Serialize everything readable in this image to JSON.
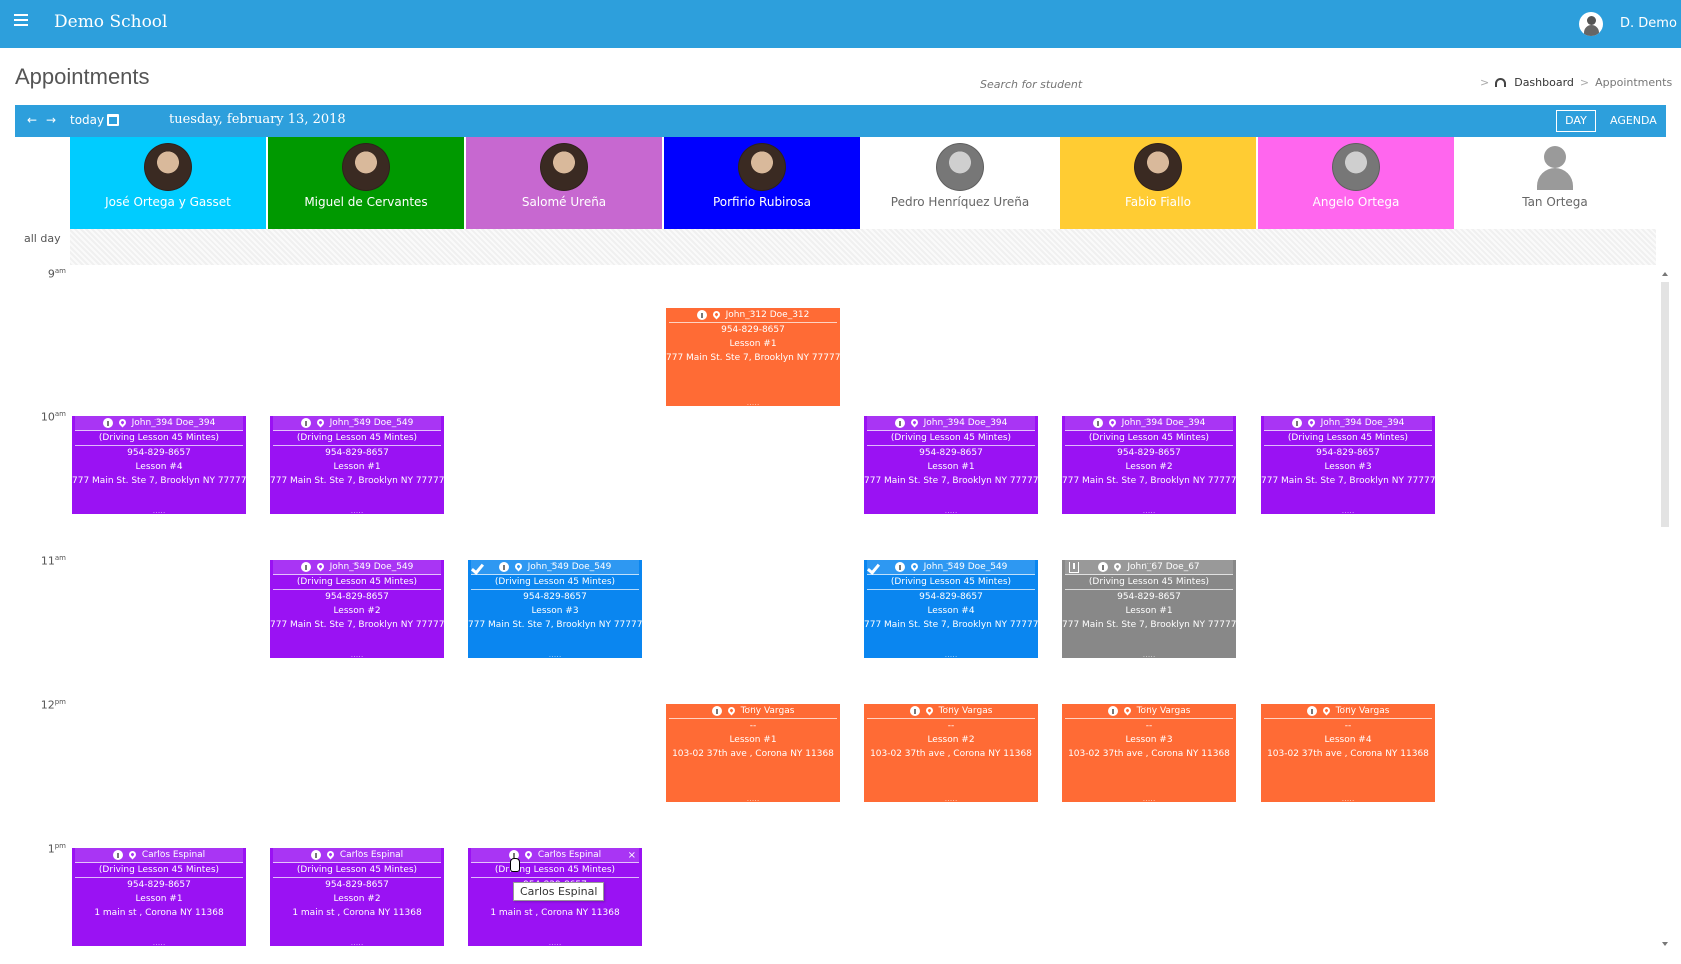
{
  "app": {
    "school_name": "Demo School",
    "user_name": "D. Demo"
  },
  "page": {
    "title": "Appointments",
    "search_placeholder": "Search for student"
  },
  "breadcrumb": {
    "dashboard": "Dashboard",
    "current": "Appointments",
    "separator": ">"
  },
  "toolbar": {
    "prev_label": "←",
    "next_label": "→",
    "today_label": "today",
    "date_title": "tuesday, february 13, 2018",
    "view_day": "DAY",
    "view_agenda": "AGENDA"
  },
  "resources": [
    {
      "name": "José Ortega y Gasset",
      "color": "#00ccff"
    },
    {
      "name": "Miguel de Cervantes",
      "color": "#009900"
    },
    {
      "name": "Salomé Ureña",
      "color": "#c768d0"
    },
    {
      "name": "Porfirio Rubirosa",
      "color": "#0000ff"
    },
    {
      "name": "Pedro Henríquez Ureña",
      "color": "#ffffff"
    },
    {
      "name": "Fabio Fiallo",
      "color": "#ffcc33"
    },
    {
      "name": "Angelo Ortega",
      "color": "#ff66ee"
    },
    {
      "name": "Tan Ortega",
      "color": "#ffffff"
    }
  ],
  "grid": {
    "all_day_label": "all day",
    "hours": [
      {
        "num": "9",
        "suffix": "am"
      },
      {
        "num": "10",
        "suffix": "am"
      },
      {
        "num": "11",
        "suffix": "am"
      },
      {
        "num": "12",
        "suffix": "pm"
      },
      {
        "num": "1",
        "suffix": "pm"
      }
    ]
  },
  "events": [
    {
      "color": "orange",
      "name": "John_312 Doe_312",
      "phone": "954-829-8657",
      "lesson": "Lesson #1",
      "address": "777 Main St. Ste 7, Brooklyn NY 77777"
    },
    {
      "color": "purple",
      "name": "John_394 Doe_394",
      "type": "(Driving Lesson 45 Mintes)",
      "phone": "954-829-8657",
      "lesson": "Lesson #4",
      "address": "777 Main St. Ste 7, Brooklyn NY 77777"
    },
    {
      "color": "purple",
      "name": "John_549 Doe_549",
      "type": "(Driving Lesson 45 Mintes)",
      "phone": "954-829-8657",
      "lesson": "Lesson #1",
      "address": "777 Main St. Ste 7, Brooklyn NY 77777"
    },
    {
      "color": "purple",
      "name": "John_394 Doe_394",
      "type": "(Driving Lesson 45 Mintes)",
      "phone": "954-829-8657",
      "lesson": "Lesson #1",
      "address": "777 Main St. Ste 7, Brooklyn NY 77777"
    },
    {
      "color": "purple",
      "name": "John_394 Doe_394",
      "type": "(Driving Lesson 45 Mintes)",
      "phone": "954-829-8657",
      "lesson": "Lesson #2",
      "address": "777 Main St. Ste 7, Brooklyn NY 77777"
    },
    {
      "color": "purple",
      "name": "John_394 Doe_394",
      "type": "(Driving Lesson 45 Mintes)",
      "phone": "954-829-8657",
      "lesson": "Lesson #3",
      "address": "777 Main St. Ste 7, Brooklyn NY 77777"
    },
    {
      "color": "purple",
      "name": "John_549 Doe_549",
      "type": "(Driving Lesson 45 Mintes)",
      "phone": "954-829-8657",
      "lesson": "Lesson #2",
      "address": "777 Main St. Ste 7, Brooklyn NY 77777"
    },
    {
      "color": "blue",
      "name": "John_549 Doe_549",
      "type": "(Driving Lesson 45 Mintes)",
      "phone": "954-829-8657",
      "lesson": "Lesson #3",
      "address": "777 Main St. Ste 7, Brooklyn NY 77777"
    },
    {
      "color": "blue",
      "name": "John_549 Doe_549",
      "type": "(Driving Lesson 45 Mintes)",
      "phone": "954-829-8657",
      "lesson": "Lesson #4",
      "address": "777 Main St. Ste 7, Brooklyn NY 77777"
    },
    {
      "color": "gray",
      "name": "John_67 Doe_67",
      "type": "(Driving Lesson 45 Mintes)",
      "phone": "954-829-8657",
      "lesson": "Lesson #1",
      "address": "777 Main St. Ste 7, Brooklyn NY 77777"
    },
    {
      "color": "orange",
      "name": "Tony Vargas",
      "phone": "--",
      "lesson": "Lesson #1",
      "address": "103-02 37th ave , Corona NY 11368"
    },
    {
      "color": "orange",
      "name": "Tony Vargas",
      "phone": "--",
      "lesson": "Lesson #2",
      "address": "103-02 37th ave , Corona NY 11368"
    },
    {
      "color": "orange",
      "name": "Tony Vargas",
      "phone": "--",
      "lesson": "Lesson #3",
      "address": "103-02 37th ave , Corona NY 11368"
    },
    {
      "color": "orange",
      "name": "Tony Vargas",
      "phone": "--",
      "lesson": "Lesson #4",
      "address": "103-02 37th ave , Corona NY 11368"
    },
    {
      "color": "purple",
      "name": "Carlos Espinal",
      "type": "(Driving Lesson 45 Mintes)",
      "phone": "954-829-8657",
      "lesson": "Lesson #1",
      "address": "1 main st , Corona NY 11368"
    },
    {
      "color": "purple",
      "name": "Carlos Espinal",
      "type": "(Driving Lesson 45 Mintes)",
      "phone": "954-829-8657",
      "lesson": "Lesson #2",
      "address": "1 main st , Corona NY 11368"
    },
    {
      "color": "purple",
      "name": "Carlos Espinal",
      "type": "(Driving Lesson 45 Mintes)",
      "phone": "954-829-8657",
      "lesson": "Lesson #3",
      "address": "1 main st , Corona NY 11368",
      "close": "×"
    }
  ],
  "tooltip": {
    "text": "Carlos  Espinal"
  }
}
